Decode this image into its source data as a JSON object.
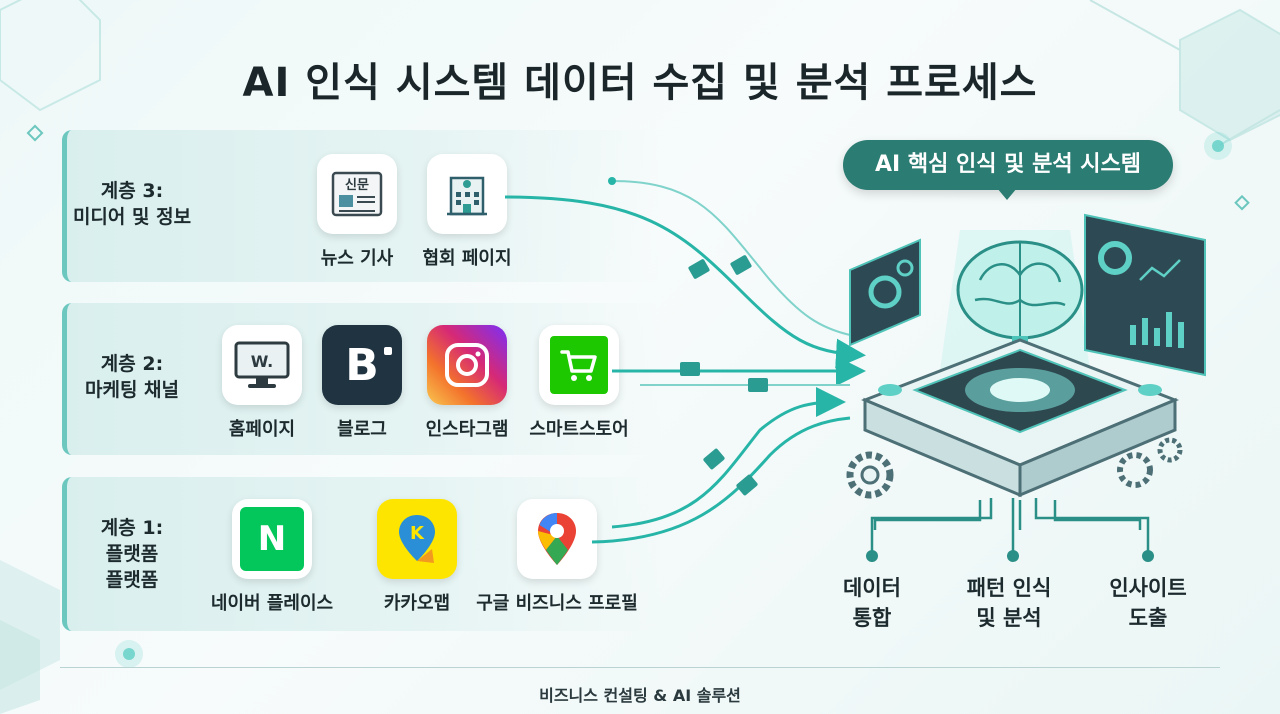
{
  "title": "AI 인식 시스템 데이터 수집 및 분석 프로세스",
  "core_label": "AI 핵심 인식 및 분석 시스템",
  "tiers": [
    {
      "label_line1": "계층 3:",
      "label_line2": "미디어 및 정보",
      "label_line3": "",
      "apps": [
        {
          "name": "뉴스 기사",
          "icon": "newspaper-icon",
          "icon_text": "신문"
        },
        {
          "name": "협회 페이지",
          "icon": "building-icon"
        }
      ]
    },
    {
      "label_line1": "계층 2:",
      "label_line2": "마케팅 채널",
      "label_line3": "",
      "apps": [
        {
          "name": "홈페이지",
          "icon": "monitor-icon",
          "icon_text": "W."
        },
        {
          "name": "블로그",
          "icon": "blog-icon",
          "icon_text": "B"
        },
        {
          "name": "인스타그램",
          "icon": "instagram-icon"
        },
        {
          "name": "스마트스토어",
          "icon": "shopping-cart-icon"
        }
      ]
    },
    {
      "label_line1": "계층 1:",
      "label_line2": "플랫폼",
      "label_line3": "플랫폼",
      "apps": [
        {
          "name": "네이버 플레이스",
          "icon": "naver-icon",
          "icon_text": "N"
        },
        {
          "name": "카카오맵",
          "icon": "kakaomap-icon",
          "icon_text": "K"
        },
        {
          "name": "구글 비즈니스 프로필",
          "icon": "google-maps-icon"
        }
      ]
    }
  ],
  "outputs": [
    {
      "line1": "데이터",
      "line2": "통합"
    },
    {
      "line1": "패턴 인식",
      "line2": "및 분석"
    },
    {
      "line1": "인사이트",
      "line2": "도출"
    }
  ],
  "footer": "비즈니스 컨설팅 & AI 솔루션",
  "colors": {
    "accent": "#2b7c73",
    "line": "#27b5a8",
    "tier_bg": "#d9efee",
    "naver": "#03c75a",
    "kakao": "#fee500",
    "store": "#1ec800"
  }
}
